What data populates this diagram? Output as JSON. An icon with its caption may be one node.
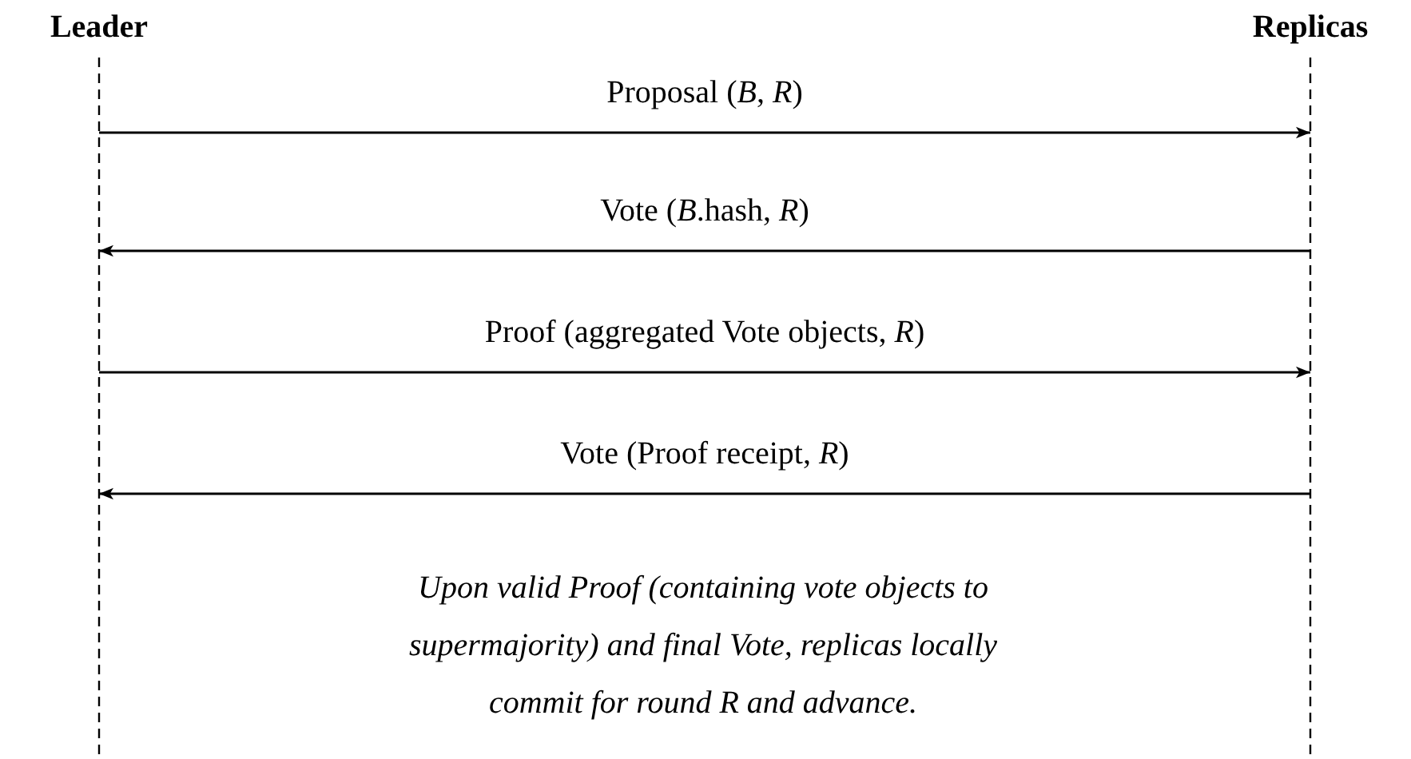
{
  "diagram": {
    "nodes": [
      {
        "text": [
          "Leader"
        ]
      },
      {
        "text": [
          "Replicas"
        ]
      }
    ],
    "edges": [
      {
        "from": 0,
        "to": 1,
        "arrow": "to",
        "label": "Proposal (*B*, *R*)"
      },
      {
        "from": 1,
        "to": 0,
        "arrow": "to",
        "label": "Vote (*B*.hash, *R*)"
      },
      {
        "from": 0,
        "to": 1,
        "arrow": "to",
        "label": "Proof (aggregated Vote objects, *R*)"
      },
      {
        "from": 1,
        "to": 0,
        "arrow": "to",
        "label": "Vote (Proof receipt, *R*)"
      }
    ],
    "labels": [
      "Upon valid Proof (containing vote objects to supermajority) and final Vote, replicas locally commit for round R and advance."
    ]
  }
}
